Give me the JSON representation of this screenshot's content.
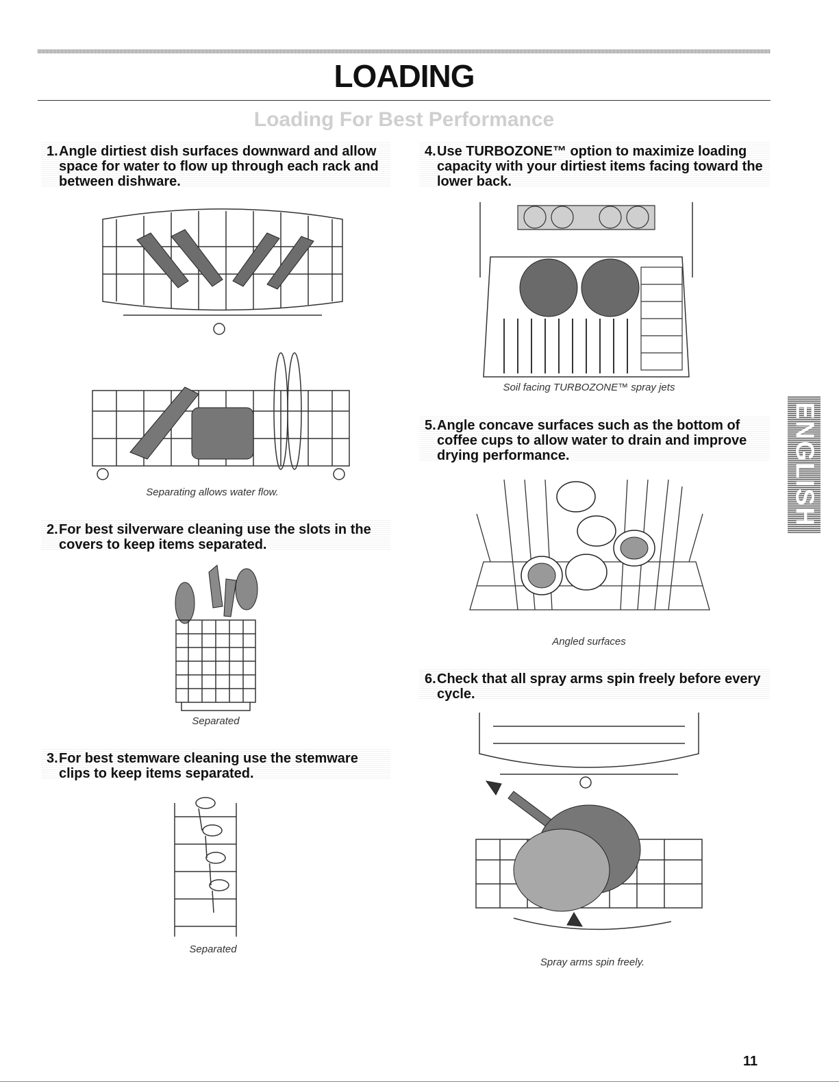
{
  "page": {
    "title": "LOADING",
    "subtitle": "Loading For Best Performance",
    "side_tab": "ENGLISH",
    "page_number": "11"
  },
  "steps": [
    {
      "num": "1.",
      "text": "Angle dirtiest dish surfaces downward and allow space for water to flow up through each rack and between dishware.",
      "captions": [
        "Separating allows water flow."
      ]
    },
    {
      "num": "2.",
      "text": "For best silverware cleaning use the slots in the covers to keep items separated.",
      "captions": [
        "Separated"
      ]
    },
    {
      "num": "3.",
      "text": "For best stemware cleaning use the stemware clips to keep items separated.",
      "captions": [
        "Separated"
      ]
    },
    {
      "num": "4.",
      "text": "Use TURBOZONE™ option to maximize loading capacity with your dirtiest items facing toward the lower back.",
      "captions": [
        "Soil facing TURBOZONE™ spray jets"
      ]
    },
    {
      "num": "5.",
      "text": "Angle concave surfaces such as the bottom of coffee cups to allow water to drain and improve drying performance.",
      "captions": [
        "Angled surfaces"
      ]
    },
    {
      "num": "6.",
      "text": "Check that all spray arms spin freely before every cycle.",
      "captions": [
        "Spray arms spin freely."
      ]
    }
  ]
}
